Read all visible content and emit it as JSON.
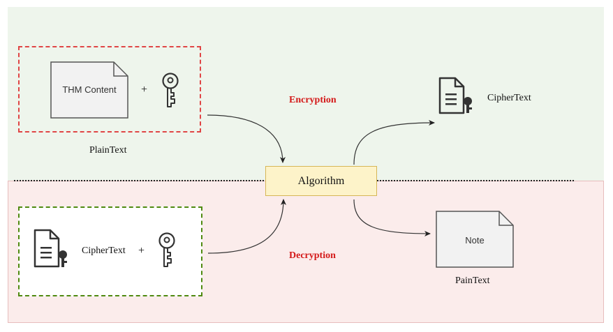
{
  "diagram": {
    "encryption_label": "Encryption",
    "decryption_label": "Decryption",
    "algorithm_label": "Algorithm",
    "top": {
      "document_text": "THM Content",
      "plus": "+",
      "caption": "PlainText",
      "output_label": "CipherText"
    },
    "bottom": {
      "input_label": "CipherText",
      "plus": "+",
      "document_text": "Note",
      "caption": "PainText"
    }
  },
  "colors": {
    "top_panel": "#eef5ec",
    "bottom_panel": "#fbeceb",
    "red_dashed": "#e04545",
    "green_dashed": "#4f8a10",
    "algorithm_fill": "#fdf3c9",
    "accent_text": "#d41a1a"
  },
  "icons": [
    "document-icon",
    "key-icon",
    "encrypted-document-icon",
    "arrow-icon"
  ]
}
